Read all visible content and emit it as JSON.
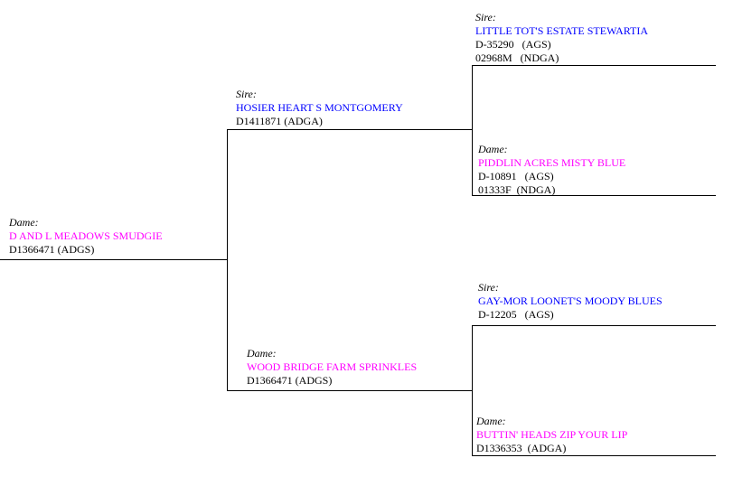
{
  "colors": {
    "sire": "#0000ff",
    "dam": "#ff00ff"
  },
  "animal": {
    "role": "Dame:",
    "name": "D AND L MEADOWS SMUDGIE",
    "regs": [
      "D1366471 (ADGS)"
    ]
  },
  "sire": {
    "role": "Sire:",
    "name": "HOSIER HEART S MONTGOMERY",
    "regs": [
      "D1411871 (ADGA)"
    ]
  },
  "dam": {
    "role": "Dame:",
    "name": "WOOD BRIDGE FARM SPRINKLES",
    "regs": [
      "D1366471 (ADGS)"
    ]
  },
  "sire_sire": {
    "role": "Sire:",
    "name": "LITTLE TOT'S ESTATE STEWARTIA",
    "regs": [
      "D-35290   (AGS)",
      "02968M   (NDGA)"
    ]
  },
  "sire_dam": {
    "role": "Dame:",
    "name": "PIDDLIN ACRES MISTY BLUE",
    "regs": [
      "D-10891   (AGS)",
      "01333F  (NDGA)"
    ]
  },
  "dam_sire": {
    "role": "Sire:",
    "name": "GAY-MOR LOONET'S MOODY BLUES",
    "regs": [
      "D-12205   (AGS)"
    ]
  },
  "dam_dam": {
    "role": "Dame:",
    "name": "BUTTIN' HEADS ZIP YOUR LIP",
    "regs": [
      "D1336353  (ADGA)"
    ]
  }
}
